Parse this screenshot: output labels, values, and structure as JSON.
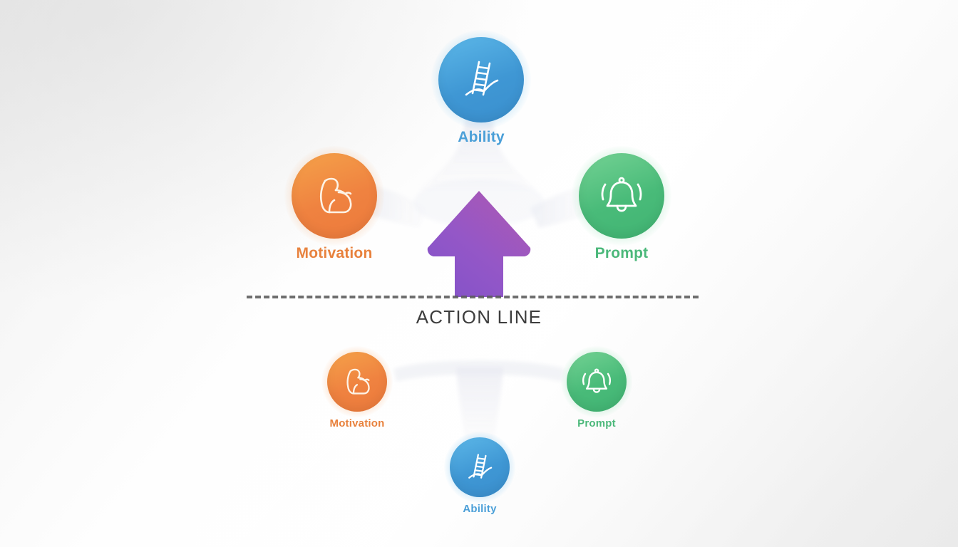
{
  "diagram": {
    "title_text": "ACTION LINE",
    "background_color": "#f4f4f4",
    "action_line_color": "#5b5b5b",
    "arrow": {
      "name": "behavior-arrow",
      "direction": "up",
      "color_start": "#8f5fd1",
      "color_end": "#a855a8"
    },
    "above_line": {
      "group_label": "above-action-line",
      "nodes": [
        {
          "id": "ability-above",
          "label": "Ability",
          "icon": "ladder-icon",
          "color": "#4a9fd8",
          "size": "large"
        },
        {
          "id": "motivation-above",
          "label": "Motivation",
          "icon": "flexed-biceps-icon",
          "color": "#e8813c",
          "size": "large"
        },
        {
          "id": "prompt-above",
          "label": "Prompt",
          "icon": "bell-icon",
          "color": "#4bb87a",
          "size": "large"
        }
      ]
    },
    "below_line": {
      "group_label": "below-action-line",
      "nodes": [
        {
          "id": "motivation-below",
          "label": "Motivation",
          "icon": "flexed-biceps-icon",
          "color": "#e8813c",
          "size": "small"
        },
        {
          "id": "prompt-below",
          "label": "Prompt",
          "icon": "bell-icon",
          "color": "#4bb87a",
          "size": "small"
        },
        {
          "id": "ability-below",
          "label": "Ability",
          "icon": "ladder-icon",
          "color": "#4a9fd8",
          "size": "small"
        }
      ]
    }
  }
}
